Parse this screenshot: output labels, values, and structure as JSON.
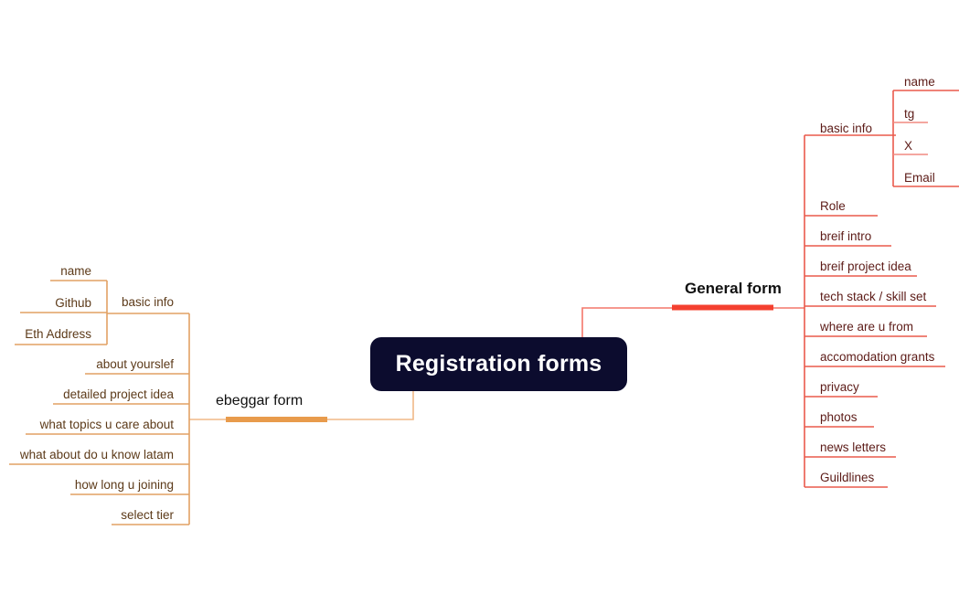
{
  "root": {
    "label": "Registration forms"
  },
  "colors": {
    "root_bg": "#0c0c2e",
    "root_text": "#ffffff",
    "right_accent": "#f4402f",
    "right_line": "#e8685c",
    "right_text": "#5c1b17",
    "left_accent": "#e89b4c",
    "left_line": "#eeb271",
    "left_text": "#5c3a19",
    "branch_title": "#111111",
    "background": "#ffffff"
  },
  "branches": [
    {
      "id": "general-form",
      "label": "General form",
      "side": "right",
      "items": [
        {
          "label": "basic info",
          "children": [
            {
              "label": "name"
            },
            {
              "label": "tg"
            },
            {
              "label": "X"
            },
            {
              "label": "Email"
            }
          ]
        },
        {
          "label": "Role"
        },
        {
          "label": "breif intro"
        },
        {
          "label": "breif project idea"
        },
        {
          "label": "tech stack / skill set"
        },
        {
          "label": "where are u from"
        },
        {
          "label": "accomodation grants"
        },
        {
          "label": "privacy"
        },
        {
          "label": "photos"
        },
        {
          "label": "news letters"
        },
        {
          "label": "Guildlines"
        }
      ]
    },
    {
      "id": "ebeggar-form",
      "label": "ebeggar form",
      "side": "left",
      "items": [
        {
          "label": "basic info",
          "children": [
            {
              "label": "name"
            },
            {
              "label": "Github"
            },
            {
              "label": "Eth Address"
            }
          ]
        },
        {
          "label": "about yourslef"
        },
        {
          "label": "detailed project idea"
        },
        {
          "label": "what topics u care about"
        },
        {
          "label": "what about do u know latam"
        },
        {
          "label": "how long u joining"
        },
        {
          "label": "select tier"
        }
      ]
    }
  ]
}
